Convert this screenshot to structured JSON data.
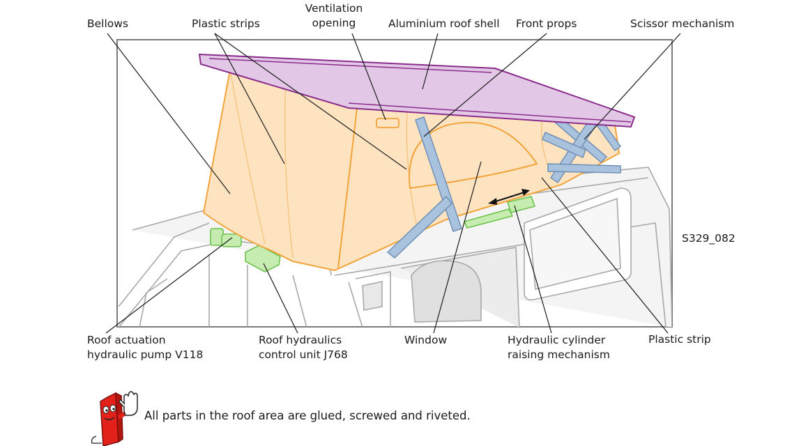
{
  "labels": {
    "bellows": "Bellows",
    "plastic_strips": "Plastic strips",
    "ventilation_line1": "Ventilation",
    "ventilation_line2": "opening",
    "roof_shell": "Aluminium roof shell",
    "front_props": "Front props",
    "scissor": "Scissor mechanism",
    "figure_code": "S329_082",
    "pump_line1": "Roof actuation",
    "pump_line2": "hydraulic pump V118",
    "control_line1": "Roof hydraulics",
    "control_line2": "control unit J768",
    "window": "Window",
    "cylinder_line1": "Hydraulic cylinder",
    "cylinder_line2": "raising mechanism",
    "plastic_strip": "Plastic strip"
  },
  "note": {
    "text": "All parts in the roof area are glued, screwed and riveted."
  },
  "colors": {
    "bellows_fill": "#fde3c0",
    "bellows_edge": "#f2a33a",
    "roof_fill": "#e2c8e6",
    "roof_edge": "#8a2c8c",
    "props_fill": "#a9c2dd",
    "props_edge": "#6f8fb5",
    "hydraulic_fill": "#c6ecb1",
    "hydraulic_edge": "#6cc24a",
    "vehicle_line": "#a8a8a8",
    "mascot_red": "#e1211a"
  },
  "icons": {
    "mascot": "stop-hand-mascot-icon"
  }
}
